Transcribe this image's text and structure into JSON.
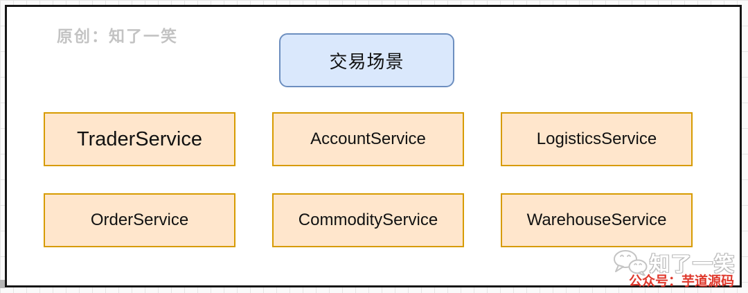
{
  "watermark": "原创：知了一笑",
  "diagram": {
    "scenario_node": {
      "label": "交易场景",
      "fill": "#dae8fc",
      "border": "#6c8ebf"
    },
    "service_nodes": {
      "fill": "#ffe6cc",
      "border": "#d79b00",
      "items": [
        {
          "label": "TraderService"
        },
        {
          "label": "AccountService"
        },
        {
          "label": "LogisticsService"
        },
        {
          "label": "OrderService"
        },
        {
          "label": "CommodityService"
        },
        {
          "label": "WarehouseService"
        }
      ]
    }
  },
  "branding": {
    "icon": "wechat-icon",
    "logo_text": "知了一笑",
    "subtitle": "公众号：芋道源码",
    "subtitle_color": "#df382c"
  }
}
